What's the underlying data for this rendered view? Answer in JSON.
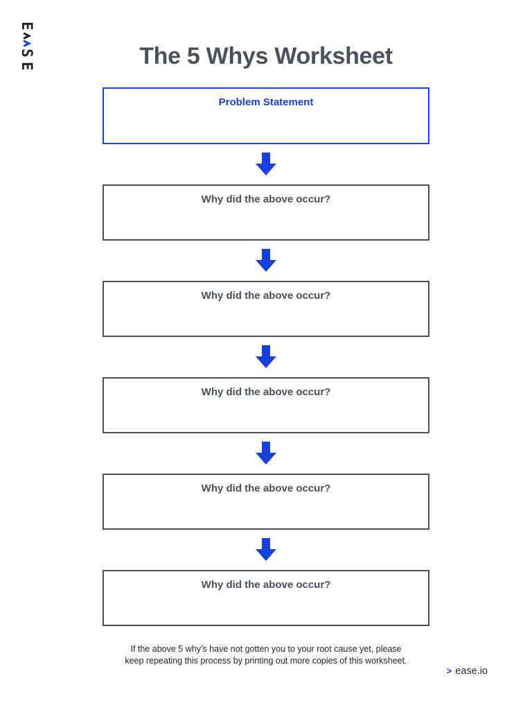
{
  "title": "The 5 Whys Worksheet",
  "logo": {
    "brand": "EASE",
    "letters": [
      "E",
      "A",
      "S",
      "E"
    ],
    "accent_icon": "chevron-right"
  },
  "flow": {
    "problem_box": {
      "label": "Problem Statement"
    },
    "connector_icon": "down-arrow",
    "why_boxes": [
      {
        "label": "Why did the above occur?"
      },
      {
        "label": "Why did the above occur?"
      },
      {
        "label": "Why did the above occur?"
      },
      {
        "label": "Why did the above occur?"
      },
      {
        "label": "Why did the above occur?"
      }
    ]
  },
  "footer": {
    "note_line1": "If the above 5 why’s have not gotten you to your root cause yet, please",
    "note_line2": "keep repeating this process by printing out more copies of this worksheet.",
    "brand_link": {
      "chevron": ">",
      "label": "ease.io"
    }
  },
  "colors": {
    "accent_blue": "#1741dd",
    "box_border_dark": "#47505c",
    "title_text": "#49525c",
    "logo_dark": "#1d2126"
  }
}
